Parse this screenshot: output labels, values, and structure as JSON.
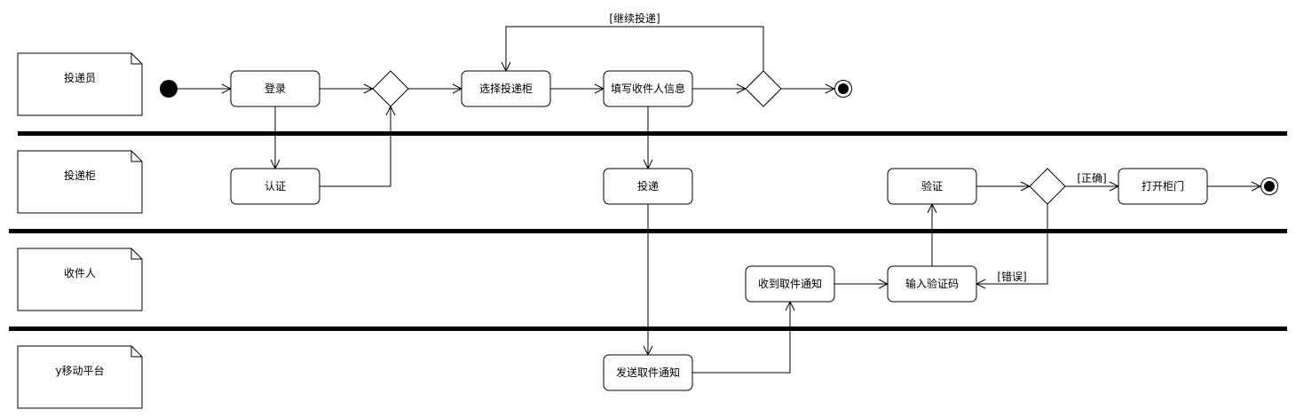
{
  "lanes": [
    {
      "label": "投递员"
    },
    {
      "label": "投递柜"
    },
    {
      "label": "收件人"
    },
    {
      "label": "y移动平台"
    }
  ],
  "actions": {
    "login": "登录",
    "auth": "认证",
    "select_cabinet": "选择投递柜",
    "fill_info": "填写收件人信息",
    "deliver": "投递",
    "verify": "验证",
    "open_door": "打开柜门",
    "receive_notice": "收到取件通知",
    "enter_code": "输入验证码",
    "send_notice": "发送取件通知"
  },
  "guards": {
    "continue_delivery": "[继续投递]",
    "correct": "[正确]",
    "wrong": "[错误]"
  }
}
